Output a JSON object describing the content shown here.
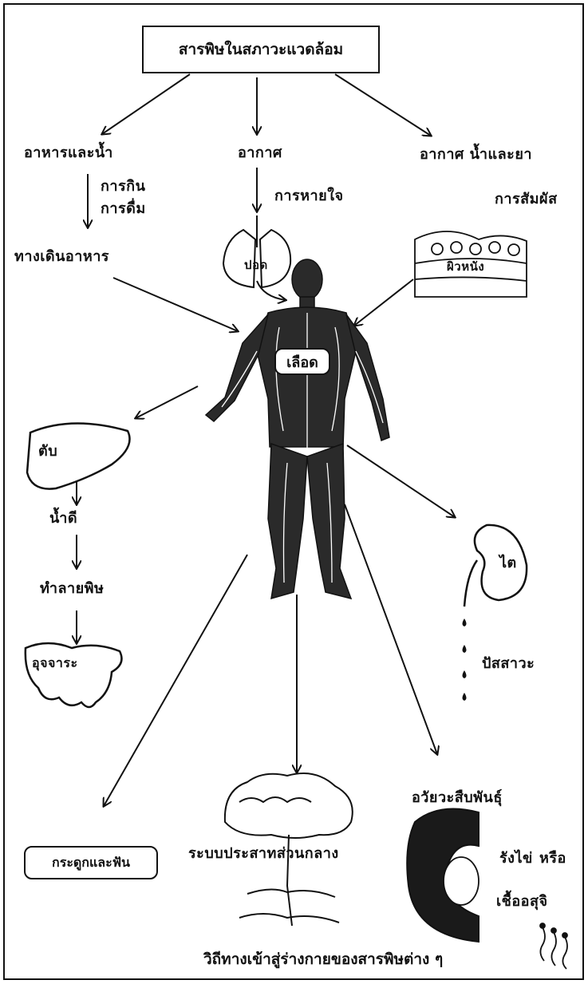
{
  "diagram": {
    "title": "สารพิษในสภาวะแวดล้อม",
    "routes": {
      "food_water": "อาหารและน้ำ",
      "air": "อากาศ",
      "air_water_drug": "อากาศ  น้ำและยา"
    },
    "actions": {
      "eat": "การกิน",
      "drink": "การดื่ม",
      "breathe": "การหายใจ",
      "touch": "การสัมผัส"
    },
    "entry_points": {
      "digestive_tract": "ทางเดินอาหาร",
      "lung": "ปอด",
      "skin": "ผิวหนัง"
    },
    "blood": "เลือด",
    "liver_path": {
      "liver": "ตับ",
      "bile": "น้ำดี",
      "detox": "ทำลายพิษ",
      "feces": "อุจจาระ"
    },
    "kidney_path": {
      "kidney": "ไต",
      "urine": "ปัสสาวะ"
    },
    "targets": {
      "bone_teeth": "กระดูกและฟัน",
      "cns": "ระบบประสาทส่วนกลาง",
      "reproductive": "อวัยวะสืบพันธุ์",
      "ovary": "รังไข่",
      "or_word": "หรือ",
      "sperm": "เชื้ออสุจิ"
    },
    "caption": "วิถีทางเข้าสู่ร่างกายของสารพิษต่าง ๆ"
  }
}
